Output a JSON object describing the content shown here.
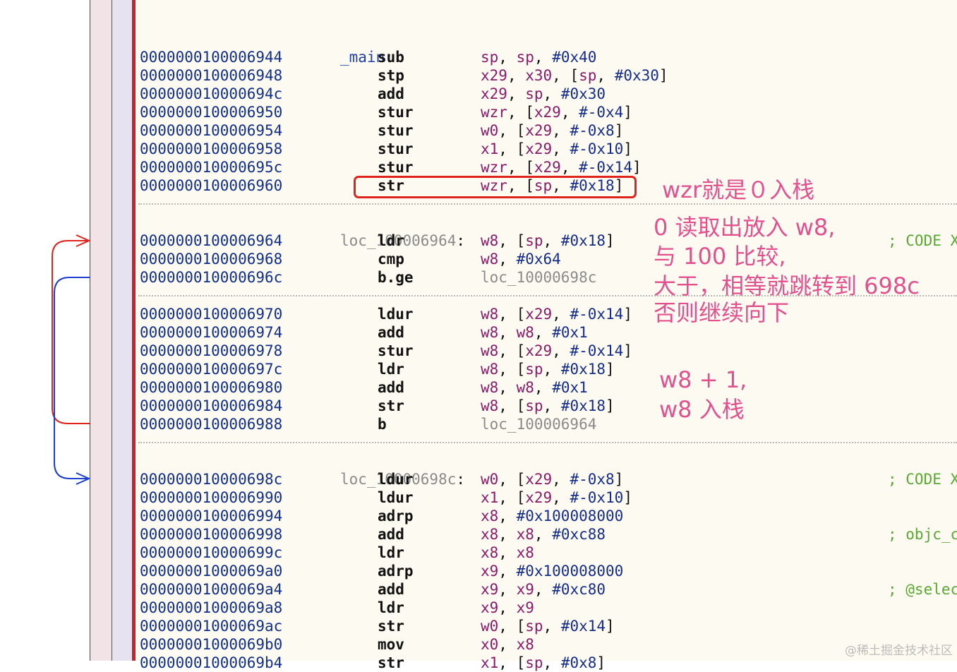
{
  "labels": {
    "main": "_main",
    "colon": ":",
    "loop": "loc_100006964",
    "exit": "loc_10000698c"
  },
  "instructions": [
    {
      "addr": "0000000100006944",
      "mnem": "sub",
      "ops": [
        {
          "t": "sp",
          "c": "reg"
        },
        {
          "t": ", "
        },
        {
          "t": "sp",
          "c": "reg"
        },
        {
          "t": ", "
        },
        {
          "t": "#0x40",
          "c": "imm"
        }
      ]
    },
    {
      "addr": "0000000100006948",
      "mnem": "stp",
      "ops": [
        {
          "t": "x29",
          "c": "reg"
        },
        {
          "t": ", "
        },
        {
          "t": "x30",
          "c": "reg"
        },
        {
          "t": ", ["
        },
        {
          "t": "sp",
          "c": "reg"
        },
        {
          "t": ", "
        },
        {
          "t": "#0x30",
          "c": "imm"
        },
        {
          "t": "]"
        }
      ]
    },
    {
      "addr": "000000010000694c",
      "mnem": "add",
      "ops": [
        {
          "t": "x29",
          "c": "reg"
        },
        {
          "t": ", "
        },
        {
          "t": "sp",
          "c": "reg"
        },
        {
          "t": ", "
        },
        {
          "t": "#0x30",
          "c": "imm"
        }
      ]
    },
    {
      "addr": "0000000100006950",
      "mnem": "stur",
      "ops": [
        {
          "t": "wzr",
          "c": "reg"
        },
        {
          "t": ", ["
        },
        {
          "t": "x29",
          "c": "reg"
        },
        {
          "t": ", "
        },
        {
          "t": "#-0x4",
          "c": "imm"
        },
        {
          "t": "]"
        }
      ]
    },
    {
      "addr": "0000000100006954",
      "mnem": "stur",
      "ops": [
        {
          "t": "w0",
          "c": "reg"
        },
        {
          "t": ", ["
        },
        {
          "t": "x29",
          "c": "reg"
        },
        {
          "t": ", "
        },
        {
          "t": "#-0x8",
          "c": "imm"
        },
        {
          "t": "]"
        }
      ]
    },
    {
      "addr": "0000000100006958",
      "mnem": "stur",
      "ops": [
        {
          "t": "x1",
          "c": "reg"
        },
        {
          "t": ", ["
        },
        {
          "t": "x29",
          "c": "reg"
        },
        {
          "t": ", "
        },
        {
          "t": "#-0x10",
          "c": "imm"
        },
        {
          "t": "]"
        }
      ]
    },
    {
      "addr": "000000010000695c",
      "mnem": "stur",
      "ops": [
        {
          "t": "wzr",
          "c": "reg"
        },
        {
          "t": ", ["
        },
        {
          "t": "x29",
          "c": "reg"
        },
        {
          "t": ", "
        },
        {
          "t": "#-0x14",
          "c": "imm"
        },
        {
          "t": "]"
        }
      ]
    },
    {
      "addr": "0000000100006960",
      "mnem": "str",
      "ops": [
        {
          "t": "wzr",
          "c": "reg"
        },
        {
          "t": ", ["
        },
        {
          "t": "sp",
          "c": "reg"
        },
        {
          "t": ", "
        },
        {
          "t": "#0x18",
          "c": "imm"
        },
        {
          "t": "]"
        }
      ]
    },
    {
      "addr": "0000000100006964",
      "mnem": "ldr",
      "ops": [
        {
          "t": "w8",
          "c": "reg"
        },
        {
          "t": ", ["
        },
        {
          "t": "sp",
          "c": "reg"
        },
        {
          "t": ", "
        },
        {
          "t": "#0x18",
          "c": "imm"
        },
        {
          "t": "]"
        }
      ],
      "comment": "; CODE X"
    },
    {
      "addr": "0000000100006968",
      "mnem": "cmp",
      "ops": [
        {
          "t": "w8",
          "c": "reg"
        },
        {
          "t": ", "
        },
        {
          "t": "#0x64",
          "c": "imm"
        }
      ]
    },
    {
      "addr": "000000010000696c",
      "mnem": "b.ge",
      "ops": [
        {
          "t": "loc_10000698c",
          "c": "lbl"
        }
      ]
    },
    {
      "addr": "0000000100006970",
      "mnem": "ldur",
      "ops": [
        {
          "t": "w8",
          "c": "reg"
        },
        {
          "t": ", ["
        },
        {
          "t": "x29",
          "c": "reg"
        },
        {
          "t": ", "
        },
        {
          "t": "#-0x14",
          "c": "imm"
        },
        {
          "t": "]"
        }
      ]
    },
    {
      "addr": "0000000100006974",
      "mnem": "add",
      "ops": [
        {
          "t": "w8",
          "c": "reg"
        },
        {
          "t": ", "
        },
        {
          "t": "w8",
          "c": "reg"
        },
        {
          "t": ", "
        },
        {
          "t": "#0x1",
          "c": "imm"
        }
      ]
    },
    {
      "addr": "0000000100006978",
      "mnem": "stur",
      "ops": [
        {
          "t": "w8",
          "c": "reg"
        },
        {
          "t": ", ["
        },
        {
          "t": "x29",
          "c": "reg"
        },
        {
          "t": ", "
        },
        {
          "t": "#-0x14",
          "c": "imm"
        },
        {
          "t": "]"
        }
      ]
    },
    {
      "addr": "000000010000697c",
      "mnem": "ldr",
      "ops": [
        {
          "t": "w8",
          "c": "reg"
        },
        {
          "t": ", ["
        },
        {
          "t": "sp",
          "c": "reg"
        },
        {
          "t": ", "
        },
        {
          "t": "#0x18",
          "c": "imm"
        },
        {
          "t": "]"
        }
      ]
    },
    {
      "addr": "0000000100006980",
      "mnem": "add",
      "ops": [
        {
          "t": "w8",
          "c": "reg"
        },
        {
          "t": ", "
        },
        {
          "t": "w8",
          "c": "reg"
        },
        {
          "t": ", "
        },
        {
          "t": "#0x1",
          "c": "imm"
        }
      ]
    },
    {
      "addr": "0000000100006984",
      "mnem": "str",
      "ops": [
        {
          "t": "w8",
          "c": "reg"
        },
        {
          "t": ", ["
        },
        {
          "t": "sp",
          "c": "reg"
        },
        {
          "t": ", "
        },
        {
          "t": "#0x18",
          "c": "imm"
        },
        {
          "t": "]"
        }
      ]
    },
    {
      "addr": "0000000100006988",
      "mnem": "b",
      "ops": [
        {
          "t": "loc_100006964",
          "c": "lbl"
        }
      ]
    },
    {
      "addr": "000000010000698c",
      "mnem": "ldur",
      "ops": [
        {
          "t": "w0",
          "c": "reg"
        },
        {
          "t": ", ["
        },
        {
          "t": "x29",
          "c": "reg"
        },
        {
          "t": ", "
        },
        {
          "t": "#-0x8",
          "c": "imm"
        },
        {
          "t": "]"
        }
      ],
      "comment": "; CODE X"
    },
    {
      "addr": "0000000100006990",
      "mnem": "ldur",
      "ops": [
        {
          "t": "x1",
          "c": "reg"
        },
        {
          "t": ", ["
        },
        {
          "t": "x29",
          "c": "reg"
        },
        {
          "t": ", "
        },
        {
          "t": "#-0x10",
          "c": "imm"
        },
        {
          "t": "]"
        }
      ]
    },
    {
      "addr": "0000000100006994",
      "mnem": "adrp",
      "ops": [
        {
          "t": "x8",
          "c": "reg"
        },
        {
          "t": ", "
        },
        {
          "t": "#0x100008000",
          "c": "imm"
        }
      ]
    },
    {
      "addr": "0000000100006998",
      "mnem": "add",
      "ops": [
        {
          "t": "x8",
          "c": "reg"
        },
        {
          "t": ", "
        },
        {
          "t": "x8",
          "c": "reg"
        },
        {
          "t": ", "
        },
        {
          "t": "#0xc88",
          "c": "imm"
        }
      ],
      "comment": "; objc_c"
    },
    {
      "addr": "000000010000699c",
      "mnem": "ldr",
      "ops": [
        {
          "t": "x8",
          "c": "reg"
        },
        {
          "t": ", "
        },
        {
          "t": "x8",
          "c": "reg"
        }
      ]
    },
    {
      "addr": "00000001000069a0",
      "mnem": "adrp",
      "ops": [
        {
          "t": "x9",
          "c": "reg"
        },
        {
          "t": ", "
        },
        {
          "t": "#0x100008000",
          "c": "imm"
        }
      ]
    },
    {
      "addr": "00000001000069a4",
      "mnem": "add",
      "ops": [
        {
          "t": "x9",
          "c": "reg"
        },
        {
          "t": ", "
        },
        {
          "t": "x9",
          "c": "reg"
        },
        {
          "t": ", "
        },
        {
          "t": "#0xc80",
          "c": "imm"
        }
      ],
      "comment": "; @selec"
    },
    {
      "addr": "00000001000069a8",
      "mnem": "ldr",
      "ops": [
        {
          "t": "x9",
          "c": "reg"
        },
        {
          "t": ", "
        },
        {
          "t": "x9",
          "c": "reg"
        }
      ]
    },
    {
      "addr": "00000001000069ac",
      "mnem": "str",
      "ops": [
        {
          "t": "w0",
          "c": "reg"
        },
        {
          "t": ", ["
        },
        {
          "t": "sp",
          "c": "reg"
        },
        {
          "t": ", "
        },
        {
          "t": "#0x14",
          "c": "imm"
        },
        {
          "t": "]"
        }
      ]
    },
    {
      "addr": "00000001000069b0",
      "mnem": "mov",
      "ops": [
        {
          "t": "x0",
          "c": "reg"
        },
        {
          "t": ", "
        },
        {
          "t": "x8",
          "c": "reg"
        }
      ]
    },
    {
      "addr": "00000001000069b4",
      "mnem": "str",
      "ops": [
        {
          "t": "x1",
          "c": "reg"
        },
        {
          "t": ", ["
        },
        {
          "t": "sp",
          "c": "reg"
        },
        {
          "t": ", "
        },
        {
          "t": "#0x8",
          "c": "imm"
        },
        {
          "t": "]"
        }
      ]
    }
  ],
  "annotations": {
    "wzr_push": "wzr就是０入栈",
    "compare": [
      "0 读取出放入 w8,",
      "与 100 比较,",
      "大于，相等就跳转到 698c",
      "否则继续向下"
    ],
    "increment": [
      "w8 + 1,",
      "w8 入栈"
    ]
  },
  "watermark": "@稀土掘金技术社区",
  "colors": {
    "address": "#102e8c",
    "register": "#8c1a6a",
    "immediate": "#142d8c",
    "comment": "#58a832",
    "annotation": "#e3508e",
    "highlight_box": "#e0241b",
    "loop_arrow": "#e0241b",
    "exit_arrow": "#1d3fd0"
  }
}
